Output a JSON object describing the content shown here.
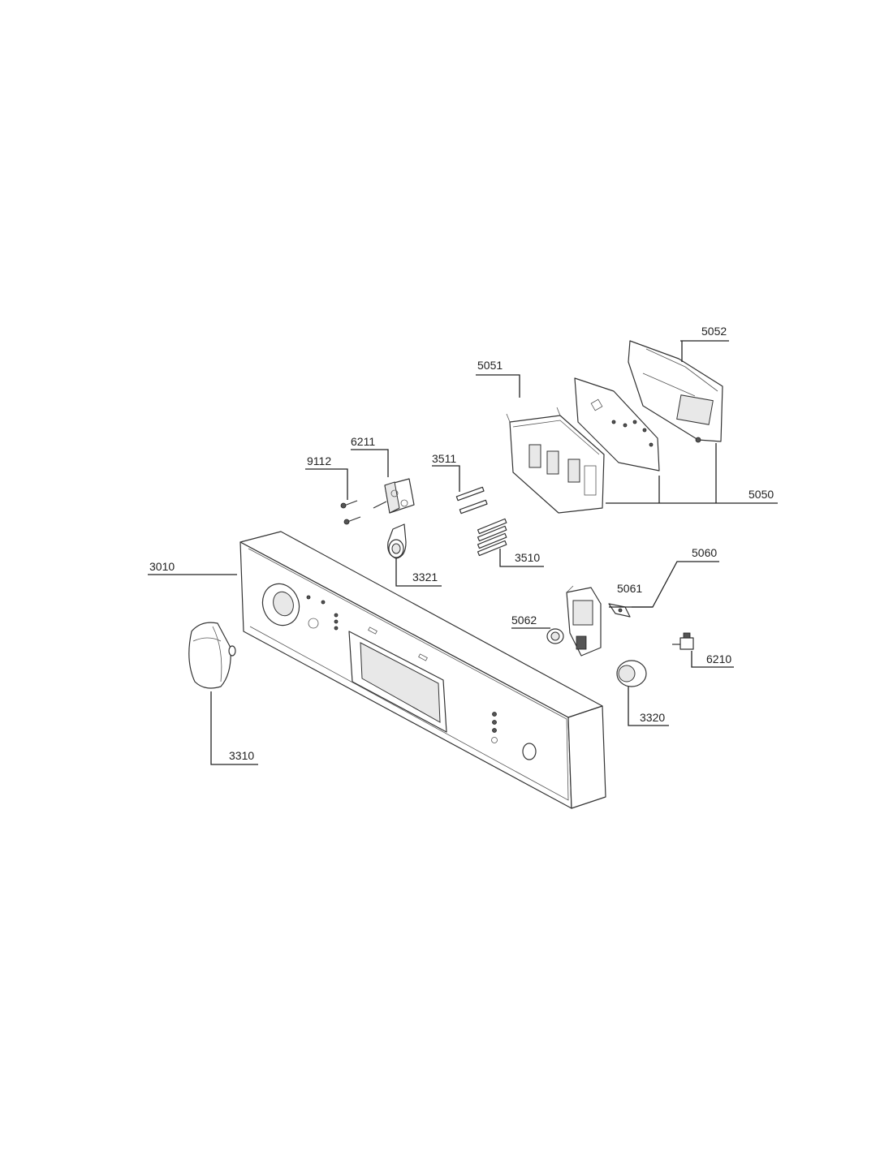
{
  "labels": {
    "l5052": "5052",
    "l5051": "5051",
    "l6211": "6211",
    "l9112": "9112",
    "l3511": "3511",
    "l5050": "5050",
    "l3510": "3510",
    "l3321": "3321",
    "l3010": "3010",
    "l5060": "5060",
    "l5061": "5061",
    "l5062": "5062",
    "l6210": "6210",
    "l3320": "3320",
    "l3310": "3310"
  }
}
